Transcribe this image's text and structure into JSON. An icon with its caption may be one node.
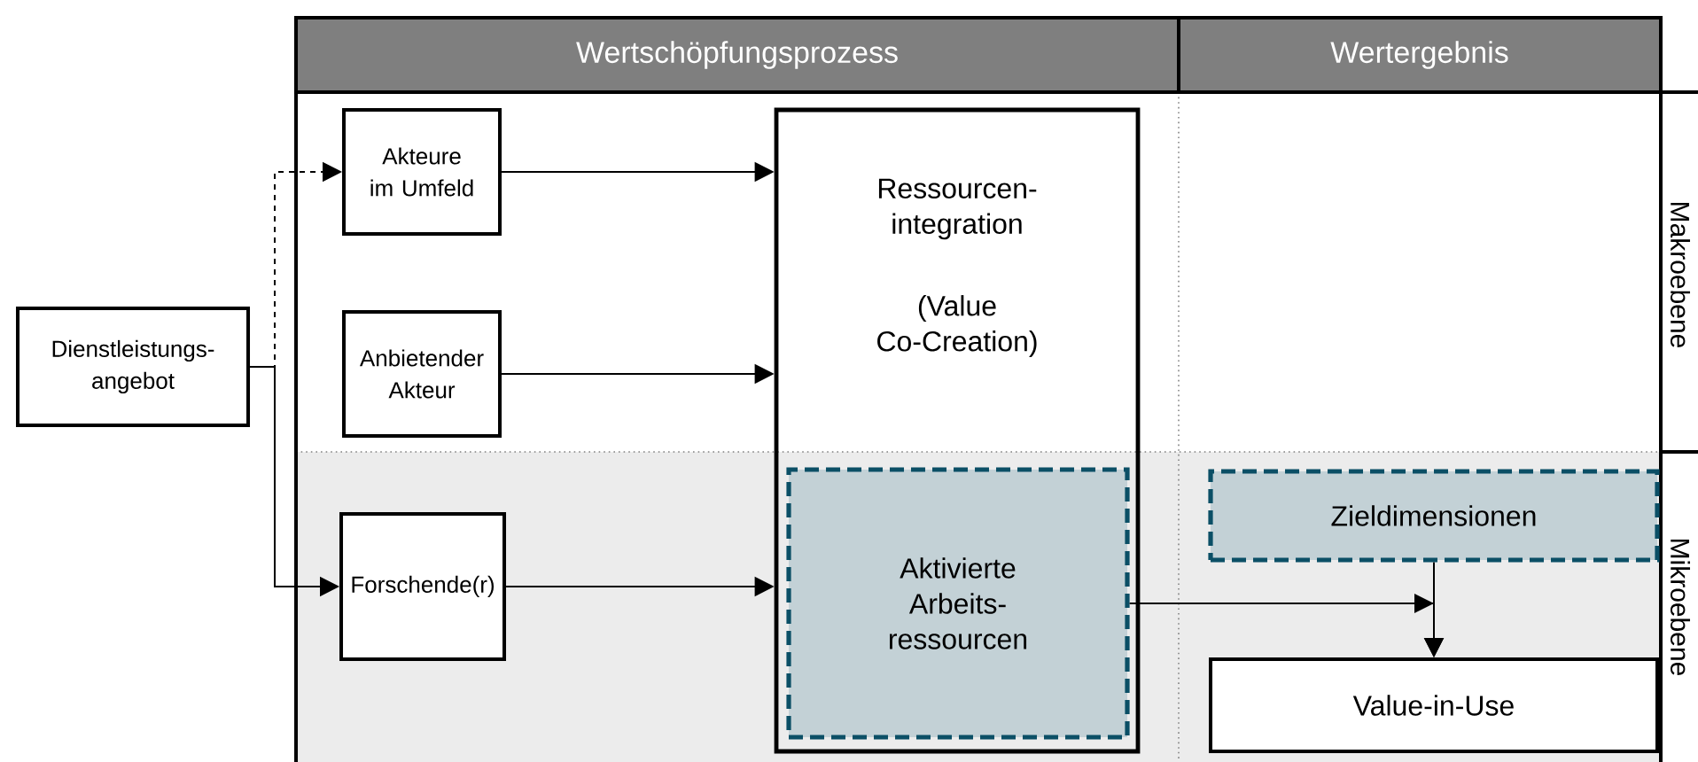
{
  "diagram": {
    "nodes": [
      {
        "text": [
          "Dienstleistungs-angebot"
        ]
      },
      {
        "text": [
          "Akteure im Umfeld"
        ]
      },
      {
        "text": [
          "Anbietender Akteur"
        ]
      },
      {
        "text": [
          "Forschende(r)"
        ]
      },
      {
        "text": [
          "Ressourcen-integration",
          "(Value Co-Creation)"
        ]
      },
      {
        "text": [
          "Aktivierte Arbeits-ressourcen"
        ],
        "in": 4
      },
      {
        "text": [
          "Zieldimensionen"
        ]
      },
      {
        "text": [
          "Value-in-Use"
        ]
      }
    ],
    "edges": [
      {
        "from": 0,
        "to": 1,
        "arrow": "to",
        "style": "dashed"
      },
      {
        "from": 0,
        "to": 3,
        "arrow": "to"
      },
      {
        "from": 1,
        "to": 4,
        "arrow": "to"
      },
      {
        "from": 2,
        "to": 4,
        "arrow": "to"
      },
      {
        "from": 3,
        "to": 4,
        "arrow": "to"
      },
      {
        "from": 5,
        "to": 7,
        "arrow": "to"
      },
      {
        "from": 6,
        "to": 7,
        "arrow": "to"
      }
    ],
    "labels": [
      "Wertschöpfungsprozess",
      "Wertergebnis",
      "Makroebene",
      "Mikroebene"
    ]
  }
}
